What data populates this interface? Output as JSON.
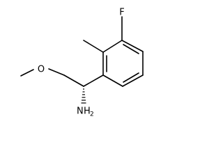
{
  "molecule": {
    "atoms": {
      "fluorine": "F",
      "oxygen": "O",
      "amine_n": "N",
      "amine_h": "H",
      "amine_h_count": "2"
    },
    "bond_color": "#000000",
    "label_color": "#000000",
    "background": "#ffffff"
  }
}
